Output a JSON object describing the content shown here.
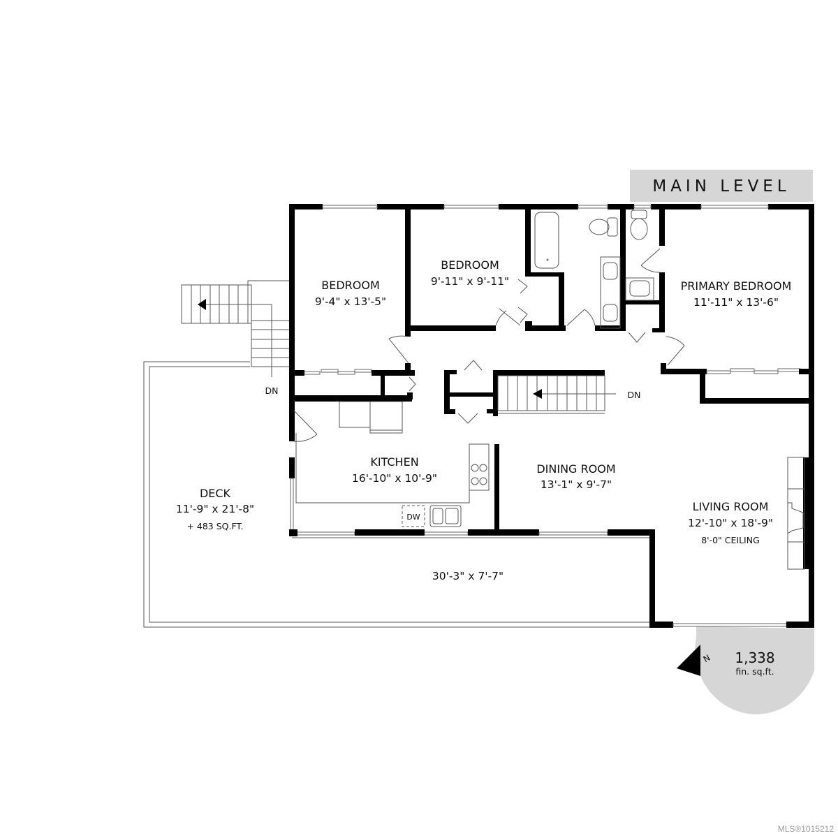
{
  "level": {
    "title": "MAIN LEVEL"
  },
  "rooms": [
    {
      "id": "bedroom-2",
      "name": "BEDROOM",
      "dims": "9'-4\" x 13'-5\""
    },
    {
      "id": "bedroom-3",
      "name": "BEDROOM",
      "dims": "9'-11\" x 9'-11\""
    },
    {
      "id": "primary-bedroom",
      "name": "PRIMARY BEDROOM",
      "dims": "11'-11\" x 13'-6\""
    },
    {
      "id": "kitchen",
      "name": "KITCHEN",
      "dims": "16'-10\" x 10'-9\""
    },
    {
      "id": "dining-room",
      "name": "DINING ROOM",
      "dims": "13'-1\" x 9'-7\""
    },
    {
      "id": "living-room",
      "name": "LIVING ROOM",
      "dims": "12'-10\" x 18'-9\"",
      "note": "8'-0\" CEILING"
    },
    {
      "id": "deck",
      "name": "DECK",
      "dims": "11'-9\" x 21'-8\"",
      "note": "+ 483 SQ.FT."
    },
    {
      "id": "deck-south",
      "name": "",
      "dims": "30'-3\" x 7'-7\""
    }
  ],
  "stairs": [
    {
      "id": "exterior-stairs",
      "label": "DN"
    },
    {
      "id": "interior-stairs",
      "label": "DN"
    }
  ],
  "appliances": {
    "dishwasher": "DW"
  },
  "compass": {
    "label": "N"
  },
  "summary": {
    "area": "1,338",
    "unit": "fin. sq.ft."
  },
  "footer": {
    "mls": "MLS®1015212"
  },
  "colors": {
    "wall": "#000000",
    "banner": "#d6d6d6",
    "badge": "#d6d6d6",
    "mls": "#9a9a9a"
  }
}
